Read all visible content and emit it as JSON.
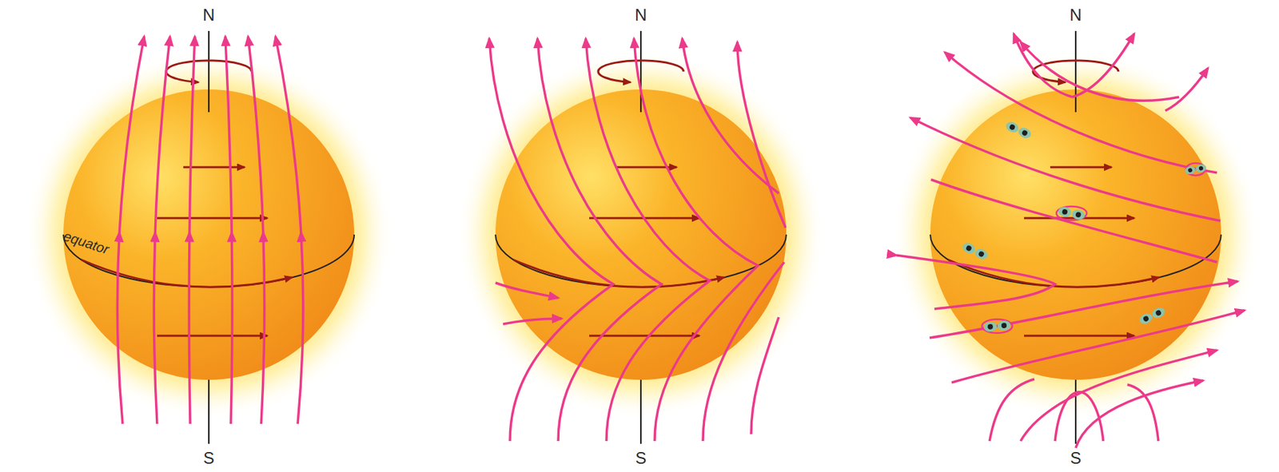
{
  "diagram": {
    "labels": [
      "N",
      "equator",
      "S",
      "N",
      "S",
      "N",
      "S"
    ]
  }
}
